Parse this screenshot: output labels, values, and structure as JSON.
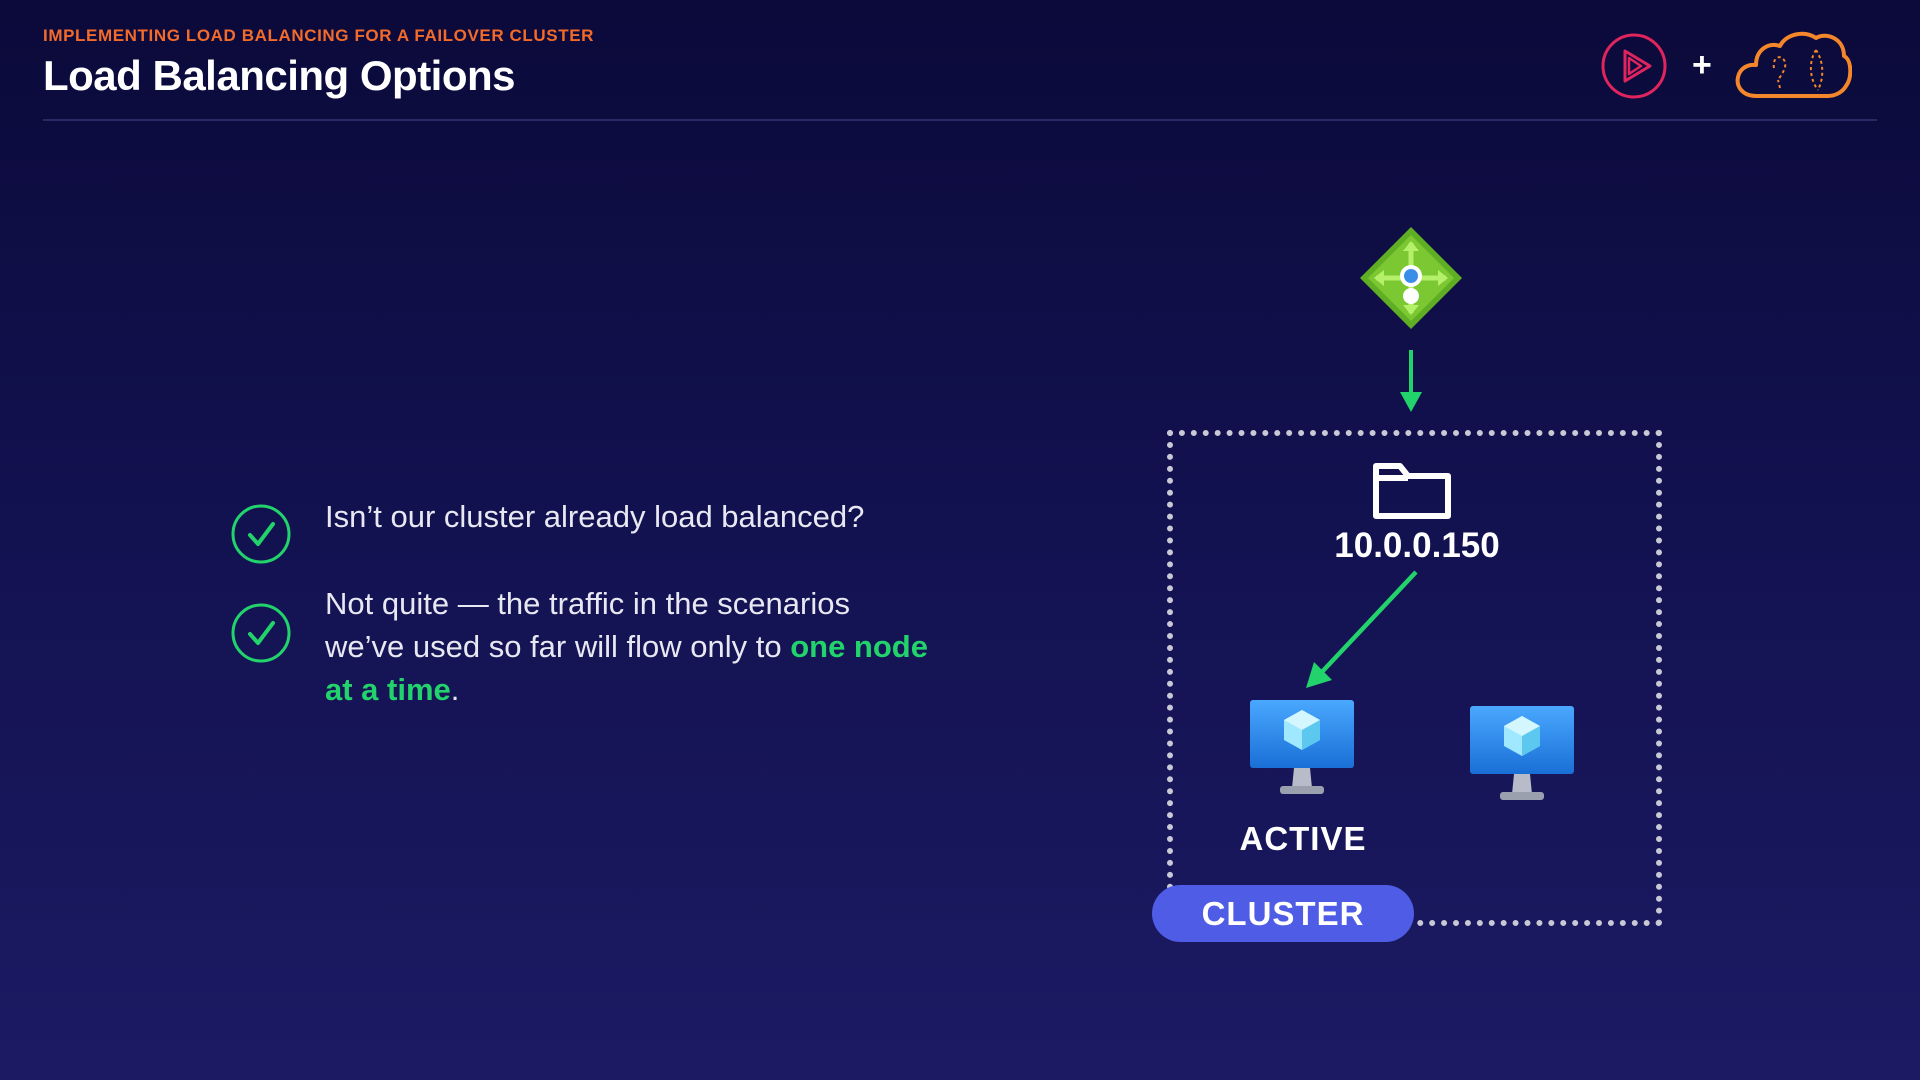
{
  "header": {
    "kicker": "IMPLEMENTING LOAD BALANCING FOR A FAILOVER CLUSTER",
    "title": "Load Balancing Options"
  },
  "logos": {
    "play_icon": "play-logo-icon",
    "plus": "+",
    "cloud_icon": "cloud-logo-icon"
  },
  "bullets": [
    {
      "text": "Isn’t our cluster already load balanced?"
    },
    {
      "text_before": "Not quite — the traffic in the scenarios we’ve used so far will flow only to ",
      "highlight": "one node at a time",
      "text_after": "."
    }
  ],
  "diagram": {
    "ip_address": "10.0.0.150",
    "active_label": "ACTIVE",
    "cluster_label": "CLUSTER"
  },
  "colors": {
    "accent_orange": "#f36b2b",
    "accent_green": "#22d36b",
    "cluster_pill": "#4f5ce6",
    "logo_red": "#e0245e"
  }
}
